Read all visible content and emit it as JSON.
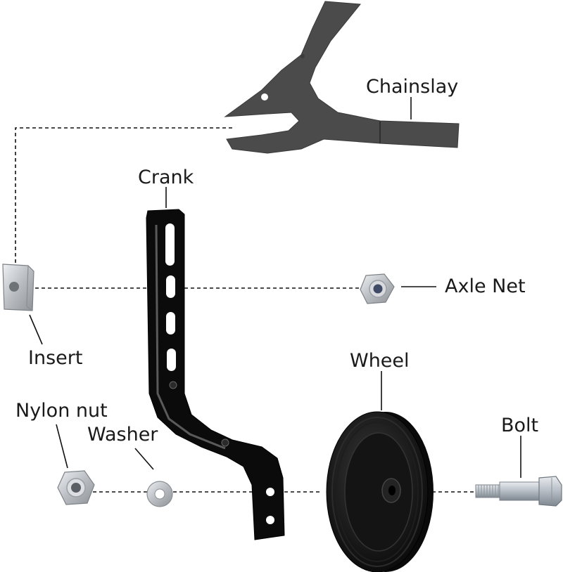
{
  "labels": {
    "chainslay": "Chainslay",
    "crank": "Crank",
    "axle_net": "Axle Net",
    "insert": "Insert",
    "wheel": "Wheel",
    "nylon_nut": "Nylon nut",
    "washer": "Washer",
    "bolt": "Bolt"
  },
  "colors": {
    "chainstay": "#4a4a4a",
    "crank": "#0d0d0d",
    "wheel": "#111111",
    "metal": "#c9ccd0",
    "line": "#111111"
  }
}
